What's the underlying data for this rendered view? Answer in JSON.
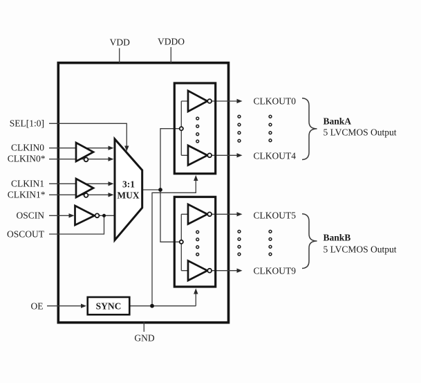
{
  "power": {
    "vdd": "VDD",
    "vddo": "VDDO",
    "gnd": "GND"
  },
  "left_pins": {
    "sel": "SEL[1:0]",
    "clkin0": "CLKIN0",
    "clkin0_n": "CLKIN0*",
    "clkin1": "CLKIN1",
    "clkin1_n": "CLKIN1*",
    "oscin": "OSCIN",
    "oscout": "OSCOUT",
    "oe": "OE"
  },
  "blocks": {
    "mux_ratio": "3:1",
    "mux_word": "MUX",
    "sync": "SYNC"
  },
  "outputs": {
    "clkout0": "CLKOUT0",
    "clkout4": "CLKOUT4",
    "clkout5": "CLKOUT5",
    "clkout9": "CLKOUT9"
  },
  "banks": {
    "a": {
      "name": "BankA",
      "desc": "5 LVCMOS Output"
    },
    "b": {
      "name": "BankB",
      "desc": "5 LVCMOS Output"
    }
  },
  "colors": {
    "wire": "#3a3a3a",
    "shape": "#141414",
    "background": "#fdfdfd"
  }
}
